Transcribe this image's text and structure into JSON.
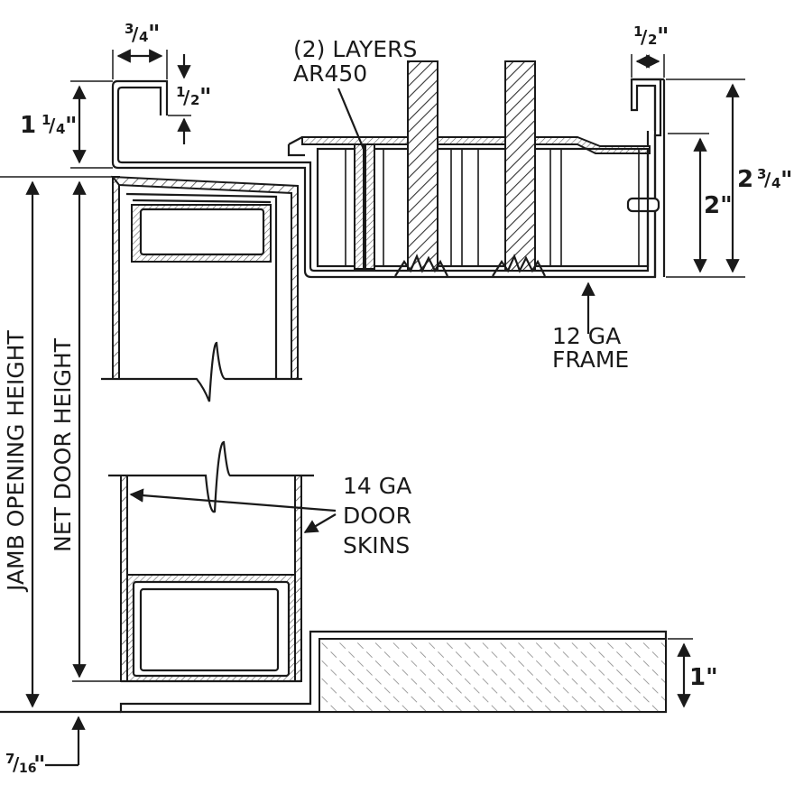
{
  "labels": {
    "layers": "(2) LAYERS",
    "ar450": "AR450",
    "frame_line1": "12 GA",
    "frame_line2": "FRAME",
    "skins_line1": "14 GA",
    "skins_line2": "DOOR",
    "skins_line3": "SKINS",
    "jamb_opening_height": "JAMB OPENING HEIGHT",
    "net_door_height": "NET DOOR HEIGHT"
  },
  "dimensions": {
    "three_quarter_num": "3",
    "three_quarter_den": "4",
    "three_quarter_in": "\"",
    "half_top_right_num": "1",
    "half_top_right_den": "2",
    "half_top_right_in": "\"",
    "one_quarter_whole": "1",
    "one_quarter_num": "1",
    "one_quarter_den": "4",
    "one_quarter_in": "\"",
    "half_left_num": "1",
    "half_left_den": "2",
    "half_left_in": "\"",
    "two_three_quarter_whole": "2",
    "two_three_quarter_num": "3",
    "two_three_quarter_den": "4",
    "two_three_quarter_in": "\"",
    "two_inch": "2\"",
    "one_inch": "1\"",
    "seven_sixteenth_num": "7",
    "seven_sixteenth_den": "16",
    "seven_sixteenth_in": "\""
  }
}
